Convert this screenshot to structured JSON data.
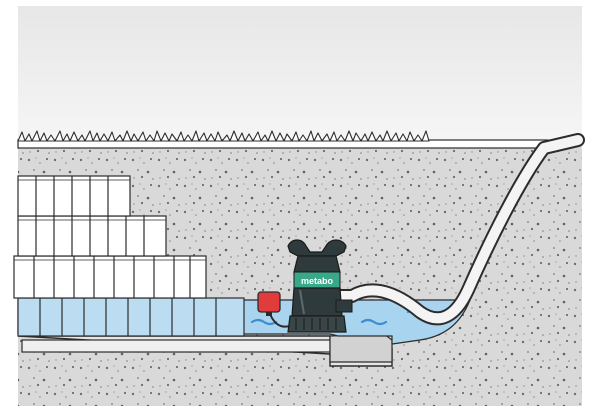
{
  "pump": {
    "brand": "metabo",
    "colors": {
      "body": "#2f3a3c",
      "band": "#39a88a",
      "float_switch": "#e23b3b"
    }
  },
  "icons": {
    "ground": "hatched-soil",
    "grass": "grass-strip",
    "water": "wavy-water",
    "boxes": "stacked-crates",
    "hose": "discharge-hose"
  },
  "colors": {
    "sky": "#efefef",
    "soil": "#dcdcdc",
    "water": "#a9d4ef",
    "water_dark": "#3b8ed0",
    "outline": "#2c2c2c"
  }
}
